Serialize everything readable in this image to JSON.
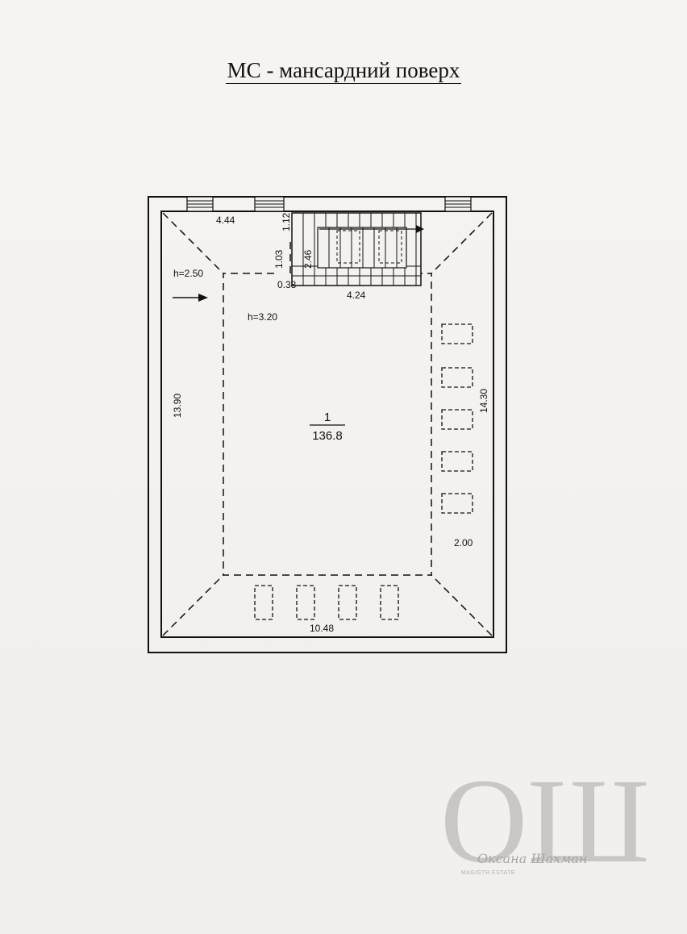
{
  "title": "МС - мансардний поверх",
  "rooms": [
    {
      "number": "1",
      "area": "136.8"
    }
  ],
  "dimensions": {
    "top_left_segment": "4.44",
    "stair_offset_1": "1.12",
    "stair_offset_2": "1.03",
    "stair_height": "2.46",
    "stair_gap": "0.38",
    "stair_width": "4.24",
    "left_length": "13.90",
    "right_length": "14.30",
    "bottom_width": "10.48",
    "side_offset": "2.00"
  },
  "heights": {
    "eaves": "h=2.50",
    "ridge": "h=3.20"
  },
  "watermark": {
    "letters": "ОШ",
    "signature": "Оксана Шахман",
    "brand": "MAGISTR.ESTATE"
  },
  "colors": {
    "line": "#111111",
    "paper": "#f3f1ee",
    "watermark": "#c9c7c4"
  }
}
